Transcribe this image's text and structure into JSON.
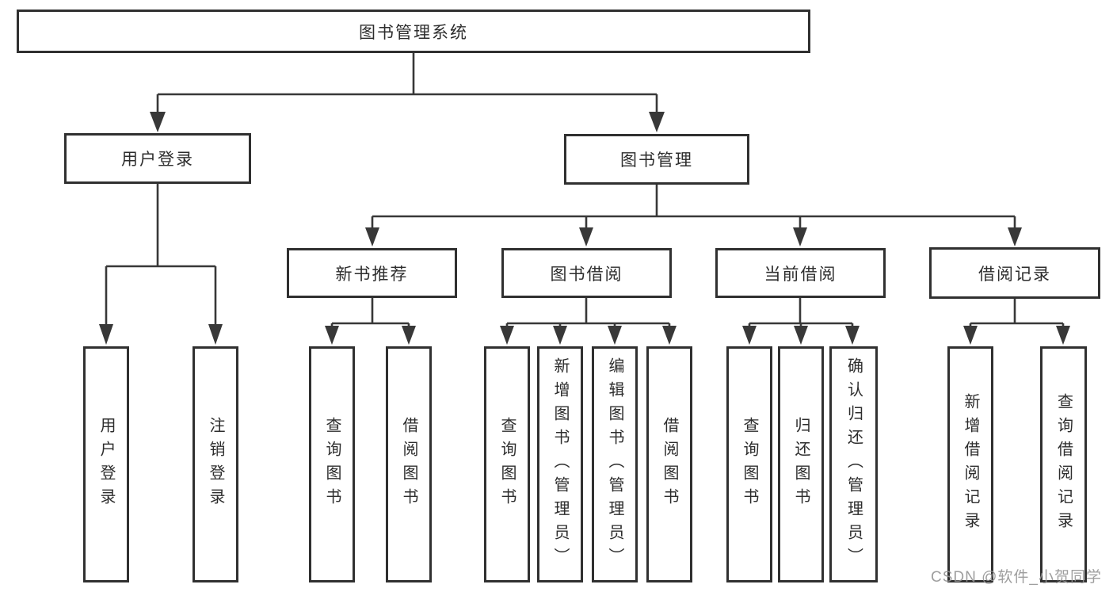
{
  "diagram": {
    "root": "图书管理系统",
    "level2": [
      "用户登录",
      "图书管理"
    ],
    "level3": [
      "新书推荐",
      "图书借阅",
      "当前借阅",
      "借阅记录"
    ],
    "leaves": {
      "user": [
        "用户登录",
        "注销登录"
      ],
      "recommend": [
        "查询图书",
        "借阅图书"
      ],
      "borrow": [
        "查询图书",
        "新增图书（管理员）",
        "编辑图书（管理员）",
        "借阅图书"
      ],
      "current": [
        "查询图书",
        "归还图书",
        "确认归还（管理员）"
      ],
      "records": [
        "新增借阅记录",
        "查询借阅记录"
      ]
    }
  },
  "watermark": "CSDN @软件_小贺同学",
  "colors": {
    "line": "#383838",
    "box_border": "#303030",
    "text": "#2d2d2d",
    "watermark": "#949494",
    "background": "#ffffff"
  }
}
